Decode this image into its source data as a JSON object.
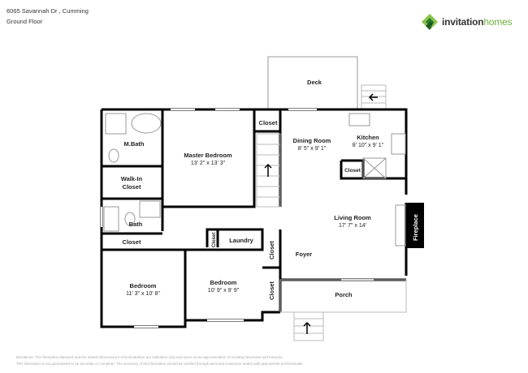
{
  "header": {
    "address": "6065 Savannah Dr , Cumming",
    "floor": "Ground Floor"
  },
  "logo": {
    "brand_part1": "invitation",
    "brand_part2": "homes",
    "colors": {
      "dark": "#2e7d32",
      "light": "#8bc34a"
    }
  },
  "rooms": {
    "deck": {
      "label": "Deck"
    },
    "mbath": {
      "label": "M.Bath"
    },
    "master": {
      "label": "Master Bedroom",
      "dims": "13' 2\" x 13' 3\""
    },
    "closet_top": {
      "label": "Closet"
    },
    "dining": {
      "label": "Dining Room",
      "dims": "8' 5\" x 9' 1\""
    },
    "kitchen": {
      "label": "Kitchen",
      "dims": "8' 10\" x 9' 1\""
    },
    "kitchen_closet": {
      "label": "Closet"
    },
    "walkin": {
      "label1": "Walk-In",
      "label2": "Closet"
    },
    "bath": {
      "label": "Bath"
    },
    "closet_hall": {
      "label": "Closet"
    },
    "living": {
      "label": "Living Room",
      "dims": "17' 7\" x 14'"
    },
    "fireplace": {
      "label": "Fireplace"
    },
    "laundry_closet": {
      "label": "Closet"
    },
    "laundry": {
      "label": "Laundry"
    },
    "foyer_closet": {
      "label": "Closet"
    },
    "foyer": {
      "label": "Foyer"
    },
    "bedroom1": {
      "label": "Bedroom",
      "dims": "11' 3\" x 10' 8\""
    },
    "bedroom2": {
      "label": "Bedroom",
      "dims": "10' 9\" x 9' 9\""
    },
    "bed2_closet": {
      "label": "Closet"
    },
    "porch": {
      "label": "Porch"
    }
  },
  "disclaimer": {
    "line1": "Disclaimer: The floorplans depicted and the stated dimensions in this illustration are indicative only and serve as an approximation of existing structures and features.",
    "line2": "This illustration is not guaranteed to be accurate or complete. The accuracy of all information should be verified through personal inspection and/or with appropriate professionals."
  }
}
